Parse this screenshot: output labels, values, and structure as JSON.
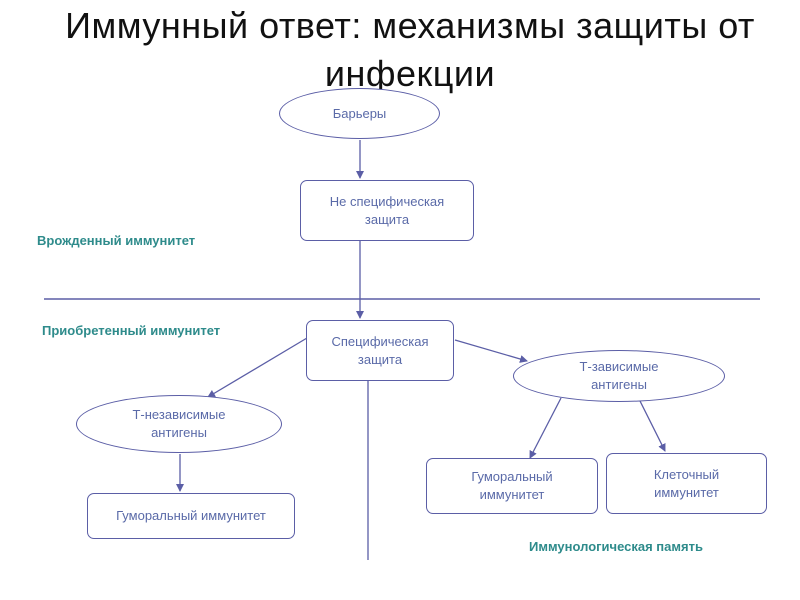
{
  "title_line1": "Иммунный ответ: механизмы защиты от",
  "title_line2": "инфекции",
  "labels": {
    "innate": "Врожденный иммунитет",
    "acquired": "Приобретенный иммунитет",
    "memory": "Иммунологическая память"
  },
  "nodes": {
    "barriers": "Барьеры",
    "nonspecific_1": "Не специфическая",
    "nonspecific_2": "защита",
    "specific_1": "Специфическая",
    "specific_2": "защита",
    "t_independent_1": "Т-независимые",
    "t_independent_2": "антигены",
    "t_dependent_1": "Т-зависимые",
    "t_dependent_2": "антигены",
    "humoral_left": "Гуморальный иммунитет",
    "humoral_right_1": "Гуморальный",
    "humoral_right_2": "иммунитет",
    "cellular_1": "Клеточный",
    "cellular_2": "иммунитет"
  },
  "colors": {
    "node_border": "#5b5ea6",
    "node_text": "#5a6aa8",
    "section_label": "#2e8b8b",
    "divider": "#5b5ea6"
  }
}
